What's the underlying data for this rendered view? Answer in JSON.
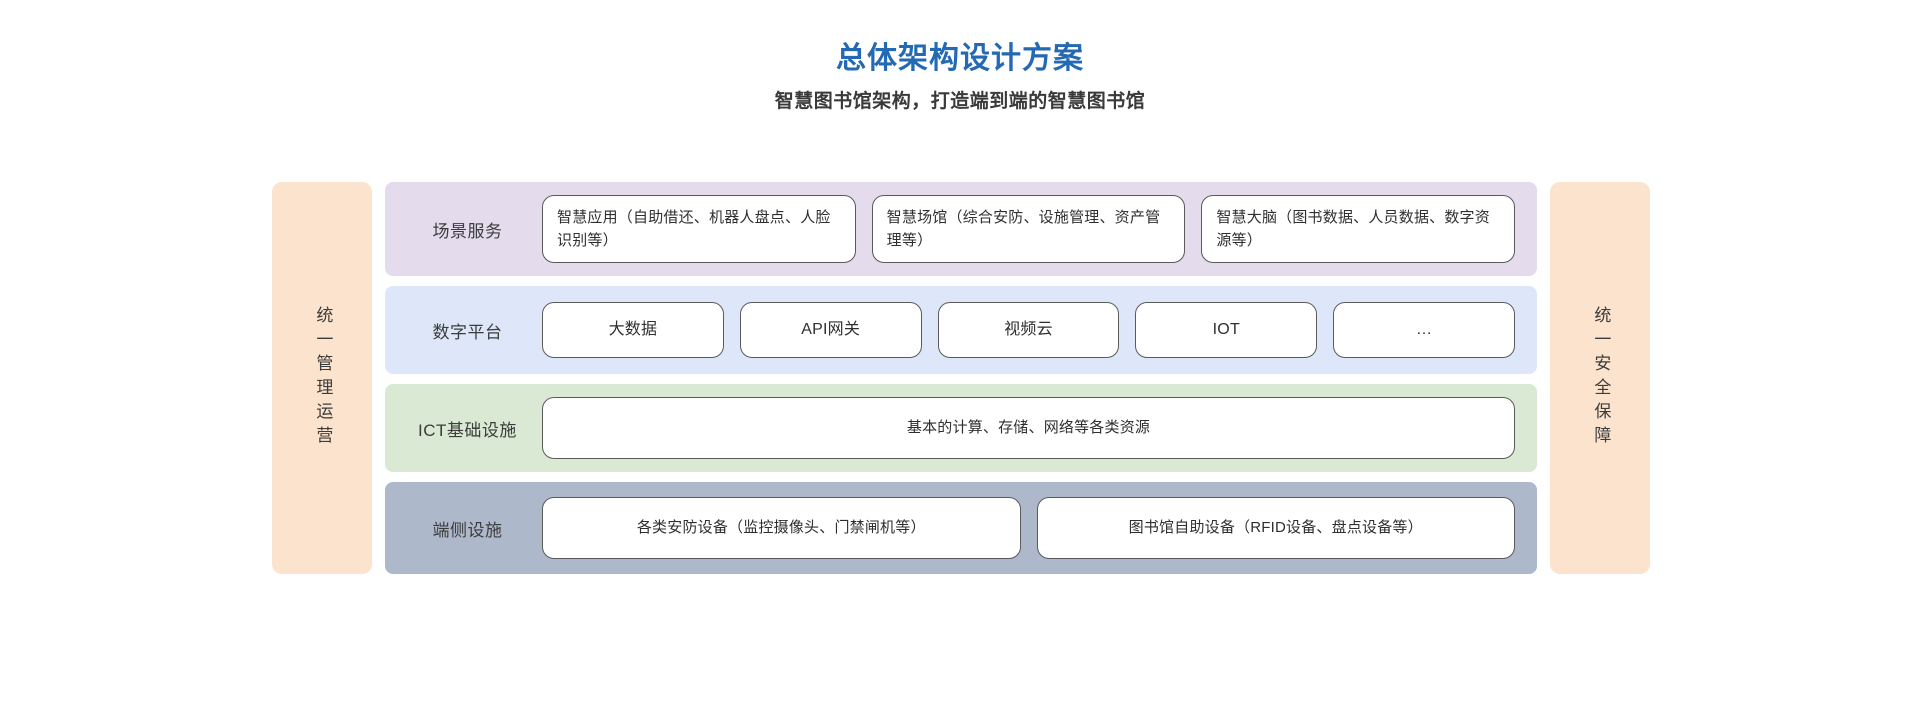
{
  "header": {
    "title": "总体架构设计方案",
    "subtitle": "智慧图书馆架构，打造端到端的智慧图书馆",
    "title_color": "#2469b3"
  },
  "left_bar": {
    "label": "统一管理运营",
    "color": "#fbe3cd"
  },
  "right_bar": {
    "label": "统一安全保障",
    "color": "#fbe3cd"
  },
  "layers": [
    {
      "label": "场景服务",
      "color": "#e4dbec",
      "cards": [
        "智慧应用（自助借还、机器人盘点、人脸识别等）",
        "智慧场馆（综合安防、设施管理、资产管理等）",
        "智慧大脑（图书数据、人员数据、数字资源等）"
      ]
    },
    {
      "label": "数字平台",
      "color": "#dde7f9",
      "cards": [
        "大数据",
        "API网关",
        "视频云",
        "IOT",
        "…"
      ]
    },
    {
      "label": "ICT基础设施",
      "color": "#d9e9d3",
      "cards": [
        "基本的计算、存储、网络等各类资源"
      ]
    },
    {
      "label": "端侧设施",
      "color": "#aeb8cb",
      "cards": [
        "各类安防设备（监控摄像头、门禁闸机等）",
        "图书馆自助设备（RFID设备、盘点设备等）"
      ]
    }
  ]
}
